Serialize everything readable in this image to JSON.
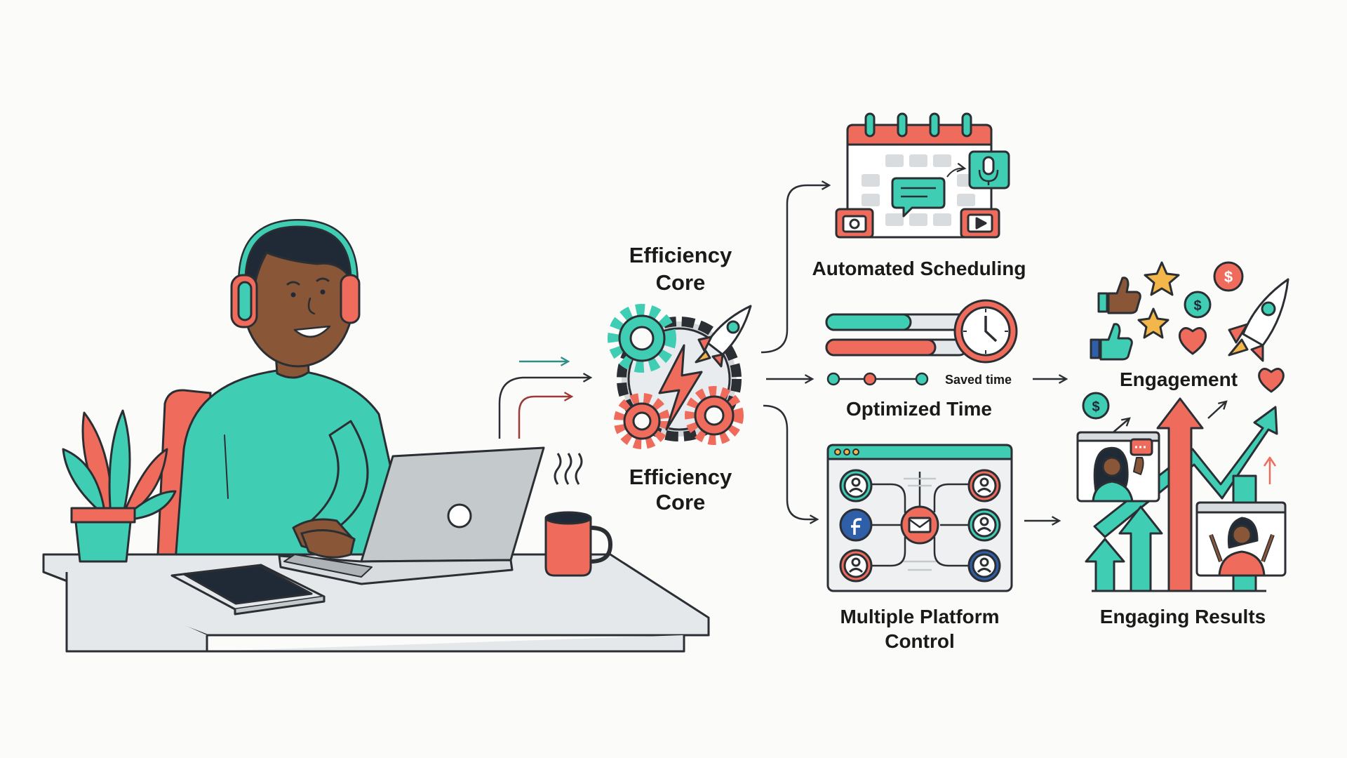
{
  "colors": {
    "teal": "#3fcdb3",
    "coral": "#ef6c5d",
    "outline": "#2b2f33",
    "skin": "#8a5638",
    "hair": "#1f2a36",
    "laptop": "#c4c9cc",
    "desk": "#e4e8ea",
    "paper": "#fbfbfa",
    "gold": "#f2b64a",
    "fb_blue": "#2f5fa8"
  },
  "icons": [
    "person-with-headphones-icon",
    "laptop-icon",
    "tablet-icon",
    "coffee-mug-icon",
    "plant-icon",
    "gears-rocket-icon",
    "calendar-icon",
    "clock-icon",
    "dashboard-icon",
    "rocket-icon",
    "thumbs-up-icon",
    "star-icon",
    "dollar-icon",
    "heart-icon"
  ],
  "labels": {
    "core_top_line1": "Efficiency",
    "core_top_line2": "Core",
    "core_bottom_line1": "Efficiency",
    "core_bottom_line2": "Core",
    "scheduling": "Automated Scheduling",
    "optimized_time": "Optimized Time",
    "saved_time": "Saved time",
    "platform_line1": "Multiple Platform",
    "platform_line2": "Control",
    "engagement": "Engagement",
    "engaging_results": "Engaging Results"
  }
}
